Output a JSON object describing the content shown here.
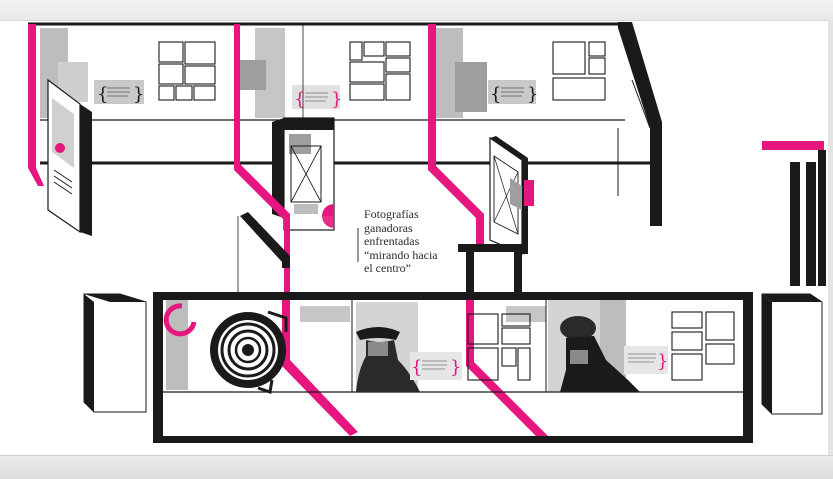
{
  "caption": {
    "lines": [
      "Fotografías",
      "ganadoras",
      "enfrentadas",
      "“mirando hacia",
      "el centro”"
    ]
  },
  "colors": {
    "accent": "#e5177e",
    "wall": "#1a1a1a",
    "panel": "#bdbdbd",
    "panel_light": "#d4d4d4",
    "background": "#ffffff"
  }
}
